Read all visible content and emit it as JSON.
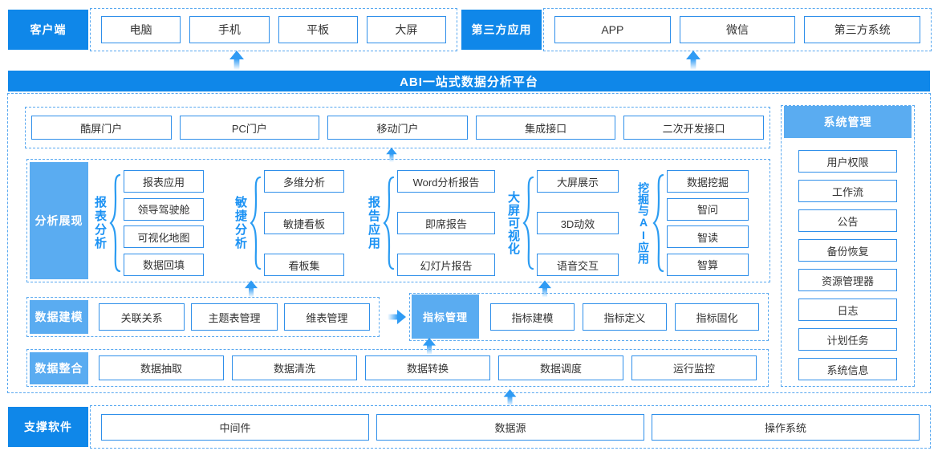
{
  "colors": {
    "primary_blue": "#0f87e9",
    "light_blue": "#5aacf1",
    "button_border": "#2f8fea",
    "dashed_border": "#58a8f0",
    "button_text": "#333333",
    "group_label_blue": "#1b92f4",
    "arrow_blue": "#2f9bf4"
  },
  "top": {
    "client": {
      "label": "客户端",
      "items": [
        "电脑",
        "手机",
        "平板",
        "大屏"
      ]
    },
    "third_party": {
      "label": "第三方应用",
      "items": [
        "APP",
        "微信",
        "第三方系统"
      ]
    }
  },
  "banner": {
    "title": "ABI一站式数据分析平台"
  },
  "portal_row": {
    "items": [
      "酷屏门户",
      "PC门户",
      "移动门户",
      "集成接口",
      "二次开发接口"
    ]
  },
  "analysis": {
    "label": "分析展现",
    "groups": [
      {
        "name": "报表分析",
        "items": [
          "报表应用",
          "领导驾驶舱",
          "可视化地图",
          "数据回填"
        ]
      },
      {
        "name": "敏捷分析",
        "items": [
          "多维分析",
          "敏捷看板",
          "看板集"
        ]
      },
      {
        "name": "报告应用",
        "items": [
          "Word分析报告",
          "即席报告",
          "幻灯片报告"
        ]
      },
      {
        "name": "大屏可视化",
        "items": [
          "大屏展示",
          "3D动效",
          "语音交互"
        ]
      },
      {
        "name": "挖掘与AI应用",
        "items": [
          "数据挖掘",
          "智问",
          "智读",
          "智算"
        ]
      }
    ]
  },
  "modeling": {
    "label": "数据建模",
    "items": [
      "关联关系",
      "主题表管理",
      "维表管理"
    ],
    "highlight": "指标管理",
    "indicator_items": [
      "指标建模",
      "指标定义",
      "指标固化"
    ]
  },
  "integration": {
    "label": "数据整合",
    "items": [
      "数据抽取",
      "数据清洗",
      "数据转换",
      "数据调度",
      "运行监控"
    ]
  },
  "system": {
    "label": "系统管理",
    "items": [
      "用户权限",
      "工作流",
      "公告",
      "备份恢复",
      "资源管理器",
      "日志",
      "计划任务",
      "系统信息"
    ]
  },
  "support": {
    "label": "支撑软件",
    "items": [
      "中间件",
      "数据源",
      "操作系统"
    ]
  }
}
